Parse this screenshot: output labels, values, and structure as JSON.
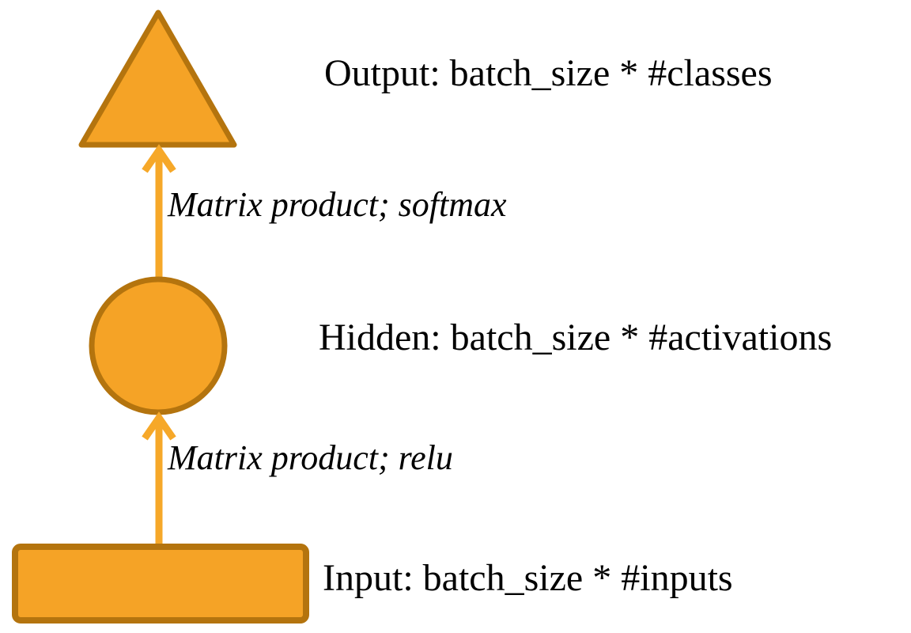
{
  "diagram": {
    "type": "neural-network-layer-diagram",
    "nodes": [
      {
        "id": "output",
        "shape": "triangle",
        "label": "Output: batch_size * #classes"
      },
      {
        "id": "hidden",
        "shape": "circle",
        "label": "Hidden: batch_size * #activations"
      },
      {
        "id": "input",
        "shape": "rectangle",
        "label": "Input: batch_size * #inputs"
      }
    ],
    "edges": [
      {
        "from": "hidden",
        "to": "output",
        "label": "Matrix product; softmax"
      },
      {
        "from": "input",
        "to": "hidden",
        "label": "Matrix product; relu"
      }
    ],
    "colors": {
      "shape_fill": "#F5A326",
      "shape_stroke": "#B4740E",
      "arrow": "#F6A829",
      "text": "#000000",
      "background": "#FFFFFF"
    }
  }
}
